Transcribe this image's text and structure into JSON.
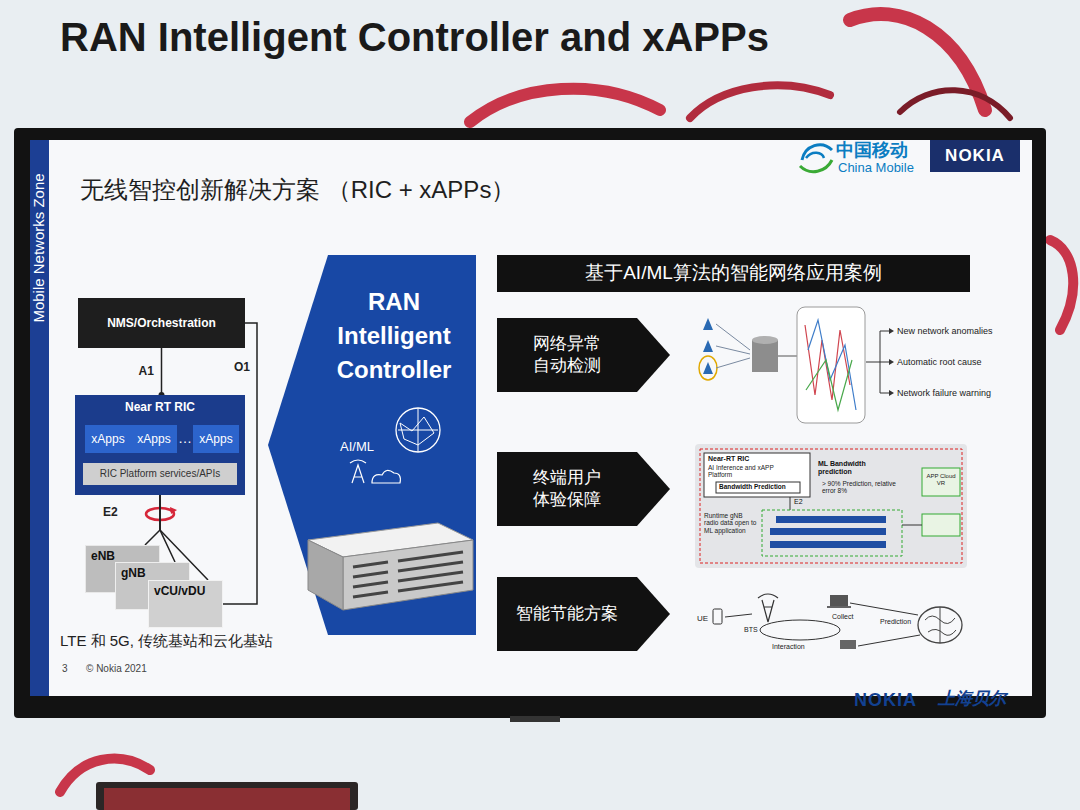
{
  "diagram": {
    "title": "无线智控创新解决方案 （RIC + xAPPs）",
    "nodes": [
      {
        "text": [
          "NMS/Orchestration"
        ]
      },
      {
        "text": [
          "Near RT RIC"
        ]
      },
      {
        "text": [
          "xApps"
        ],
        "in": 1
      },
      {
        "text": [
          "xApps"
        ],
        "in": 1
      },
      {
        "text": [
          "xApps"
        ],
        "in": 1
      },
      {
        "text": [
          "RIC Platform services/APIs"
        ],
        "in": 1
      },
      {
        "text": [
          "eNB"
        ]
      },
      {
        "text": [
          "gNB"
        ]
      },
      {
        "text": [
          "vCU/vDU"
        ]
      },
      {
        "text": [
          "RAN Intelligent Controller",
          "AI/ML"
        ]
      },
      {
        "text": [
          "基于AI/ML算法的智能网络应用案例"
        ]
      },
      {
        "text": [
          "网络异常自动检测"
        ]
      },
      {
        "text": [
          "终端用户体验保障"
        ]
      },
      {
        "text": [
          "智能节能方案"
        ]
      },
      {
        "text": [
          "NOKIA"
        ]
      }
    ],
    "edges": [
      {
        "from": 0,
        "to": 1,
        "label": "A1",
        "arrow": "none"
      },
      {
        "from": 0,
        "to": 8,
        "label": "O1",
        "arrow": "none"
      },
      {
        "from": 1,
        "to": 6,
        "label": "E2",
        "arrow": "none"
      },
      {
        "from": 1,
        "to": 7,
        "arrow": "none"
      },
      {
        "from": 1,
        "to": 8,
        "arrow": "none"
      }
    ],
    "labels": [
      "RAN Intelligent Controller and xAPPs",
      "Mobile Networks Zone",
      "中国移动",
      "China Mobile",
      "…",
      "LTE 和 5G, 传统基站和云化基站",
      "3",
      "© Nokia 2021",
      "New network anomalies",
      "Automatic root cause",
      "Network failure warning",
      "Near-RT RIC",
      "AI Inference and xAPP Platform",
      "Bandwidth Prediction",
      "ML Bandwidth prediction",
      "> 90% Prediction, relative error 8%",
      "E2",
      "Runtime gNB radio data open to ML application",
      "APP Cloud VR",
      "UE",
      "BTS",
      "Collect",
      "Prediction",
      "Interaction",
      "NOKIA",
      "上海贝尔"
    ]
  }
}
